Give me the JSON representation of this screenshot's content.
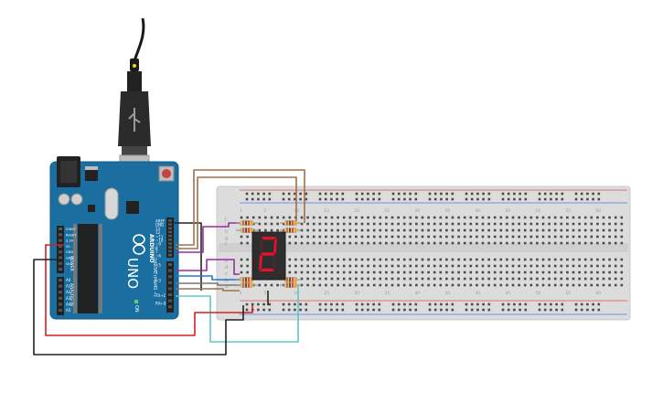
{
  "arduino": {
    "logo": "ARDUINO",
    "model": "UNO",
    "on_label": "ON",
    "digital_label": "DIGITAL (PWM= ~)",
    "power_label": "POWER",
    "analog_label": "ANALOG IN",
    "top_pins": [
      "AREF",
      "GND",
      "13",
      "12",
      "~11",
      "~10",
      "~9",
      "8",
      "7",
      "~6",
      "~5",
      "4",
      "~3",
      "2",
      "TX→1",
      "RX←0"
    ],
    "power_pins": [
      "IOREF",
      "RESET",
      "3.3V",
      "5V",
      "GND",
      "GND",
      "Vin"
    ],
    "analog_pins": [
      "A0",
      "A1",
      "A2",
      "A3",
      "A4",
      "A5"
    ]
  },
  "breadboard": {
    "row_letters_top": [
      "j",
      "i",
      "h",
      "g",
      "f"
    ],
    "row_letters_bottom": [
      "e",
      "d",
      "c",
      "b",
      "a"
    ],
    "column_numbers": [
      "1",
      "5",
      "10",
      "15",
      "20",
      "25",
      "30",
      "35",
      "40",
      "45",
      "50",
      "55",
      "60"
    ]
  },
  "display": {
    "shown_digit": "2",
    "segment_on_color": "#e8102a",
    "segment_off_color": "#4a2a2e"
  },
  "wire_colors": {
    "red": "#d81e1e",
    "black": "#222222",
    "brown": "#a0704a",
    "purple": "#9b2aa6",
    "blue": "#2478c8",
    "teal": "#5fc8c8",
    "gray": "#777777"
  }
}
